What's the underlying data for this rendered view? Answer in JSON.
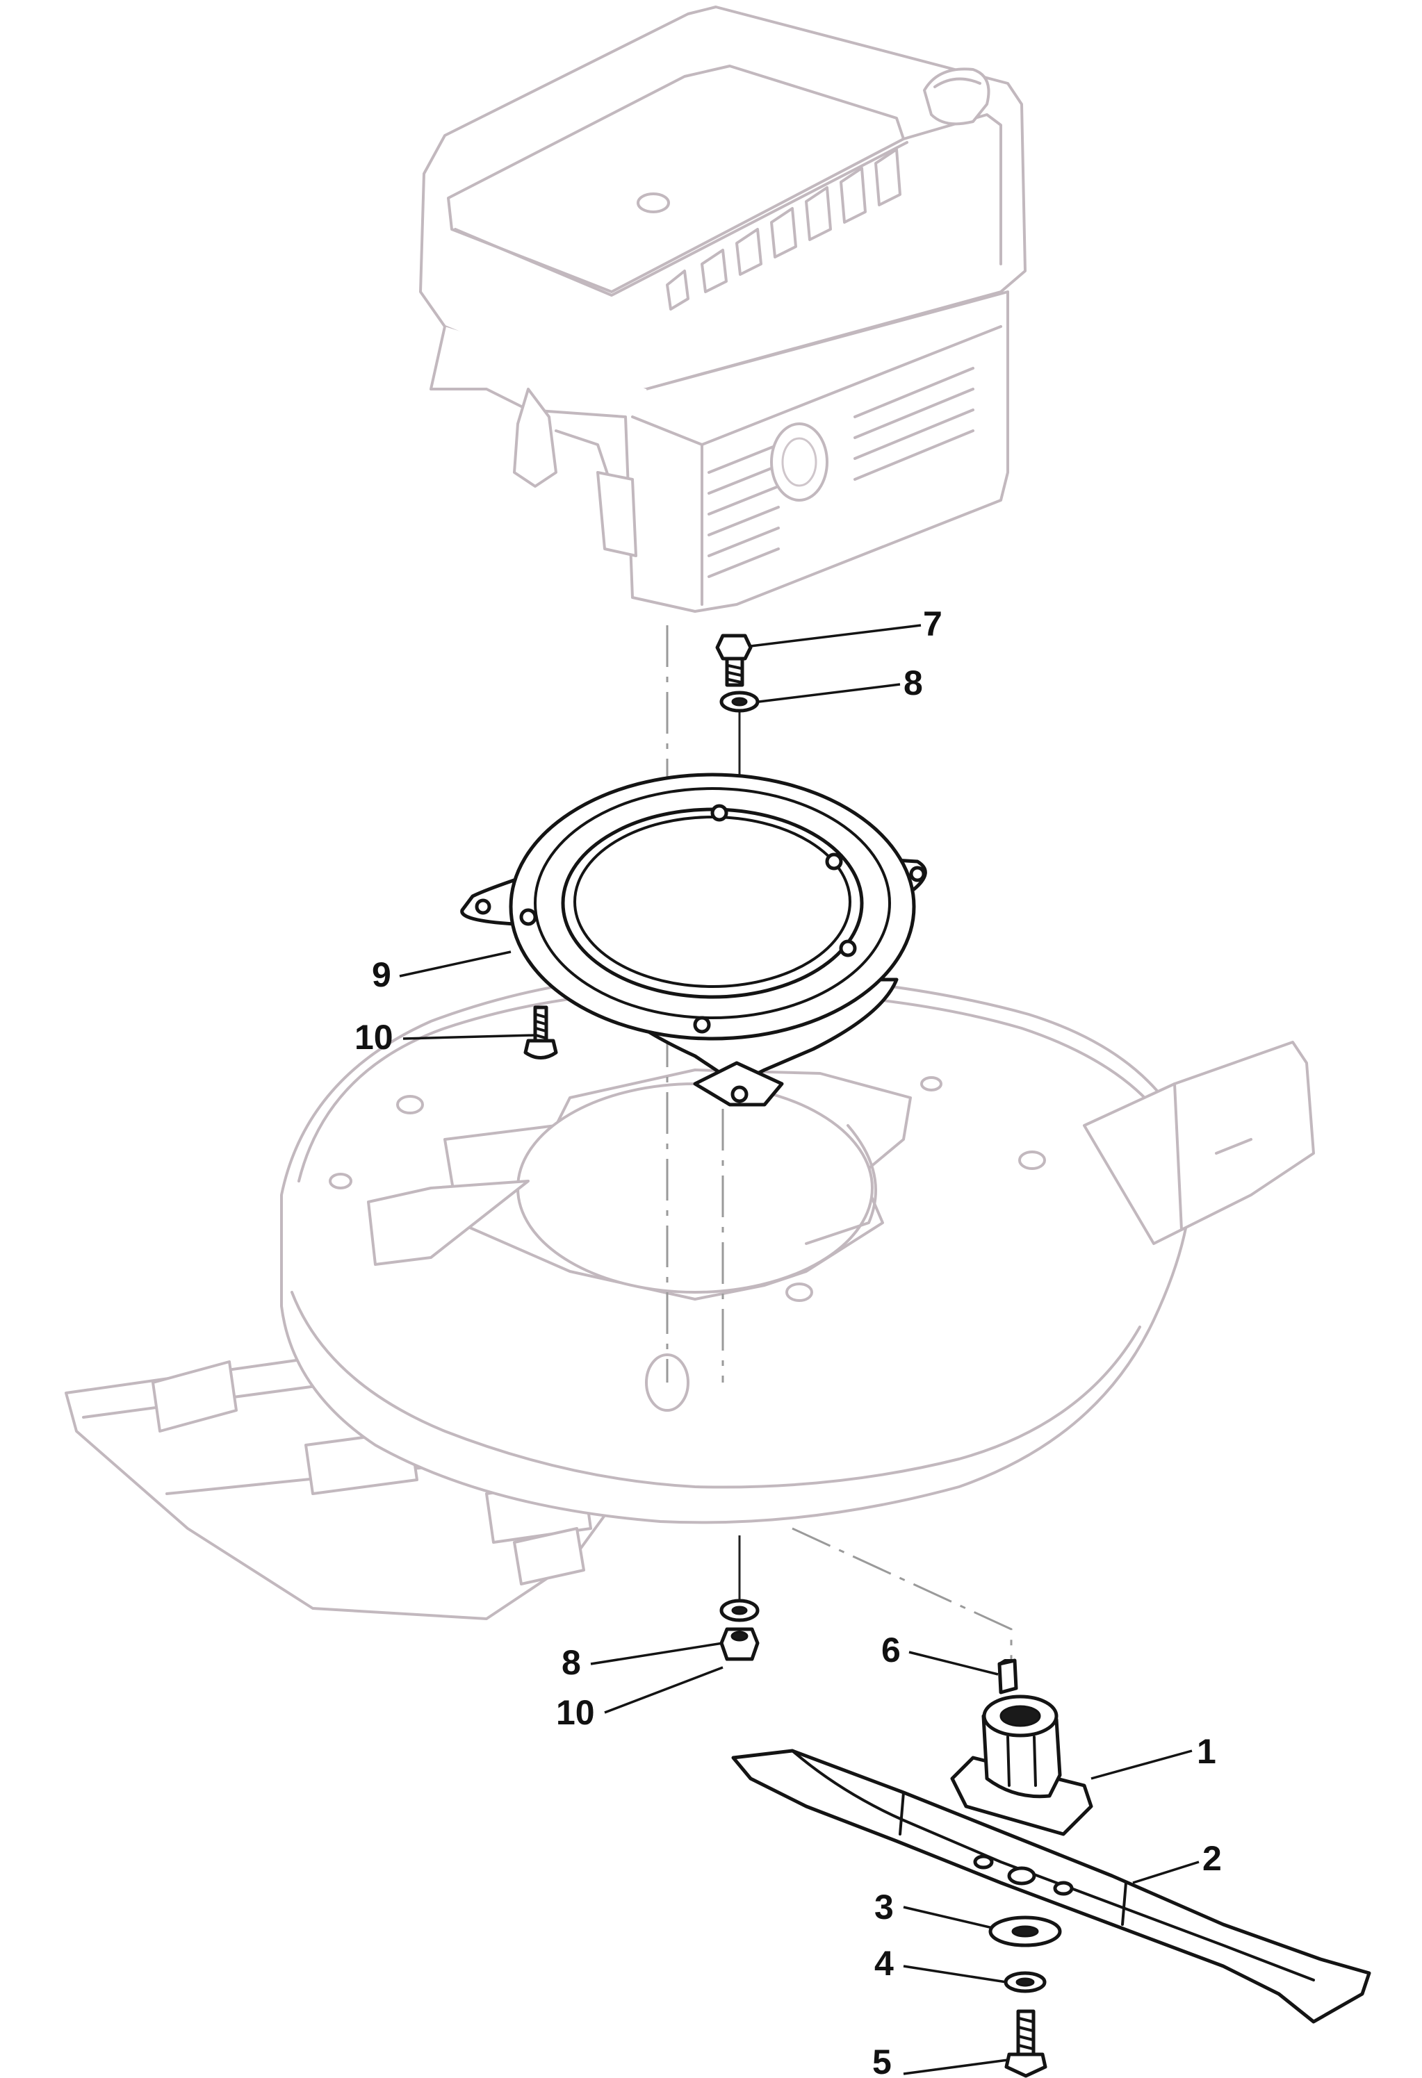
{
  "diagram": {
    "type": "exploded-parts-view",
    "callouts": [
      {
        "id": "c7",
        "label": "7",
        "part": "bolt"
      },
      {
        "id": "c8a",
        "label": "8",
        "part": "washer"
      },
      {
        "id": "c9",
        "label": "9",
        "part": "engine-spacer-flange"
      },
      {
        "id": "c10a",
        "label": "10",
        "part": "bolt"
      },
      {
        "id": "c8b",
        "label": "8",
        "part": "washer"
      },
      {
        "id": "c10b",
        "label": "10",
        "part": "nut"
      },
      {
        "id": "c6",
        "label": "6",
        "part": "key"
      },
      {
        "id": "c1",
        "label": "1",
        "part": "blade-hub"
      },
      {
        "id": "c2",
        "label": "2",
        "part": "blade"
      },
      {
        "id": "c3",
        "label": "3",
        "part": "washer"
      },
      {
        "id": "c4",
        "label": "4",
        "part": "washer"
      },
      {
        "id": "c5",
        "label": "5",
        "part": "bolt"
      }
    ],
    "colors": {
      "part_stroke": "#141414",
      "ghost_stroke": "#c2b8be",
      "background": "#ffffff"
    }
  }
}
